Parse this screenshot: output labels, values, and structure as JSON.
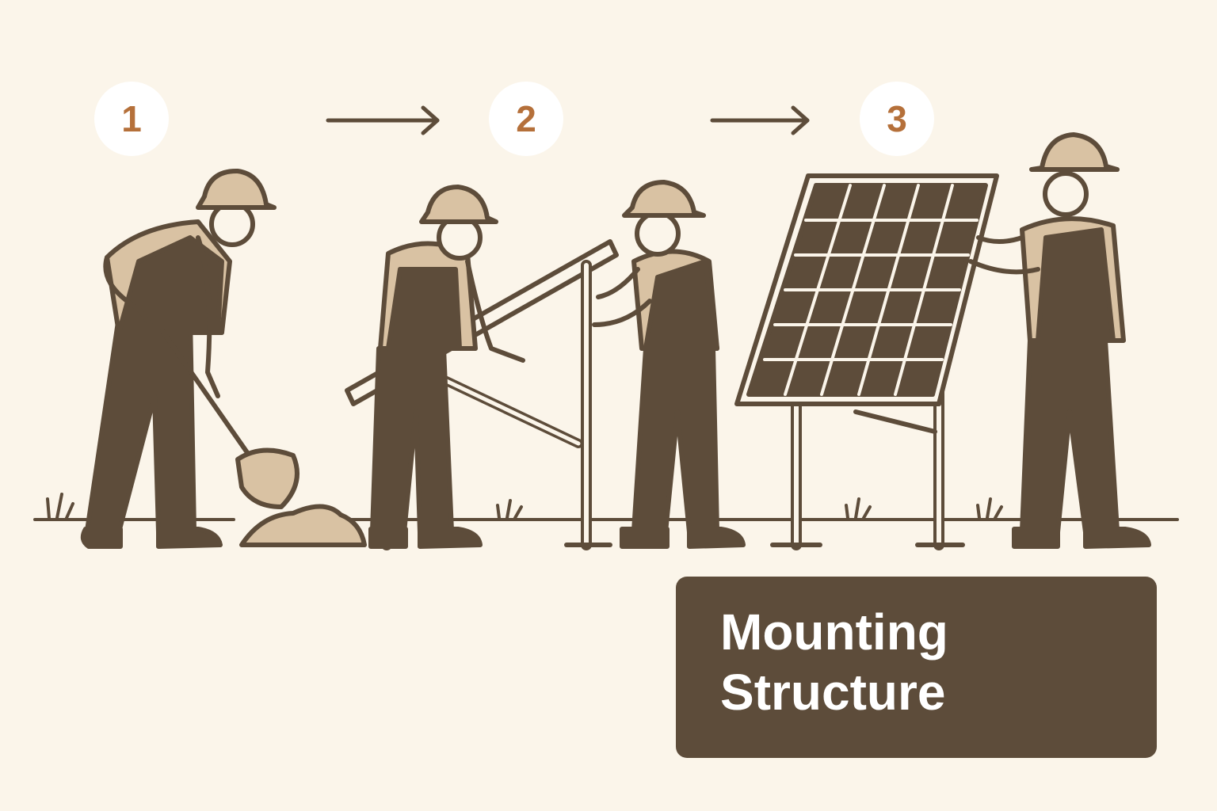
{
  "steps": [
    {
      "number": "1",
      "icon": "digging-worker-icon"
    },
    {
      "number": "2",
      "icon": "frame-assembly-icon"
    },
    {
      "number": "3",
      "icon": "panel-install-icon"
    }
  ],
  "caption": {
    "line1": "Mounting",
    "line2": "Structure"
  },
  "colors": {
    "background": "#fbf5ea",
    "ink": "#5d4c3a",
    "fill": "#d9c2a3",
    "accent": "#b5703a",
    "badge": "#ffffff"
  }
}
